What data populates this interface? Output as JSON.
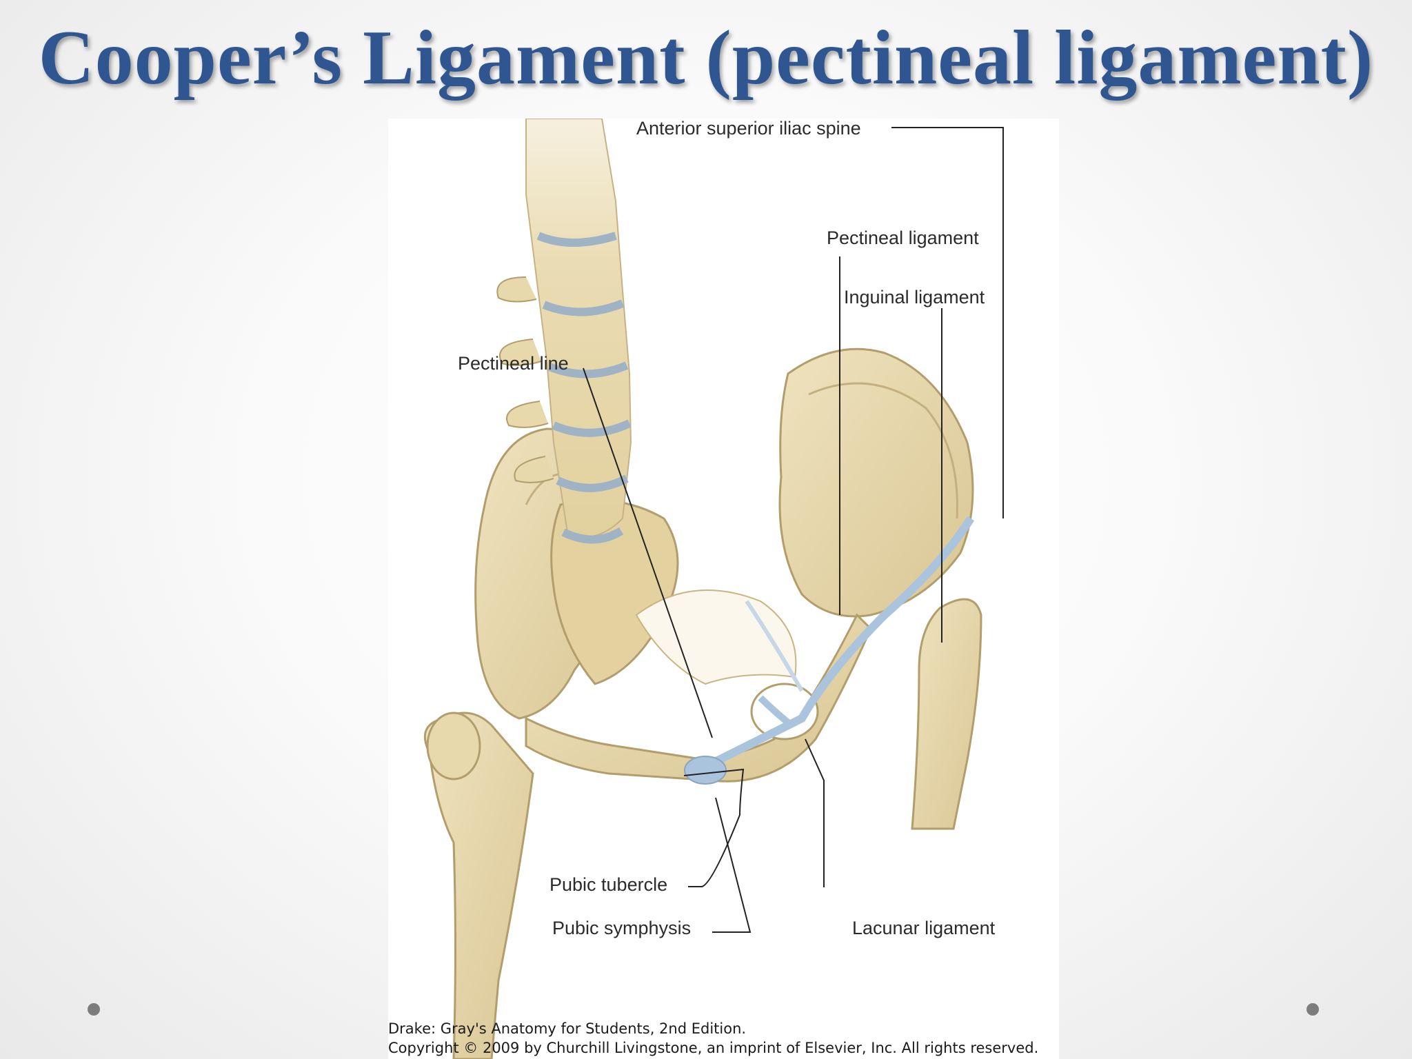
{
  "slide": {
    "title": "Cooper’s Ligament (pectineal ligament)",
    "title_color": "#2f5690"
  },
  "figure": {
    "labels": {
      "asis": "Anterior superior iliac spine",
      "pectineal_ligament": "Pectineal ligament",
      "inguinal_ligament": "Inguinal ligament",
      "pectineal_line": "Pectineal line",
      "pubic_tubercle": "Pubic tubercle",
      "pubic_symphysis": "Pubic symphysis",
      "lacunar_ligament": "Lacunar ligament"
    },
    "credit": {
      "line1": "Drake: Gray's Anatomy for Students, 2nd Edition.",
      "line2": "Copyright © 2009 by Churchill Livingstone, an imprint of Elsevier, Inc. All rights reserved."
    },
    "colors": {
      "bone": "#e6d6a6",
      "bone_shadow": "#b9a578",
      "ligament": "#a9c4dc",
      "disc": "#9fb3c4"
    }
  }
}
